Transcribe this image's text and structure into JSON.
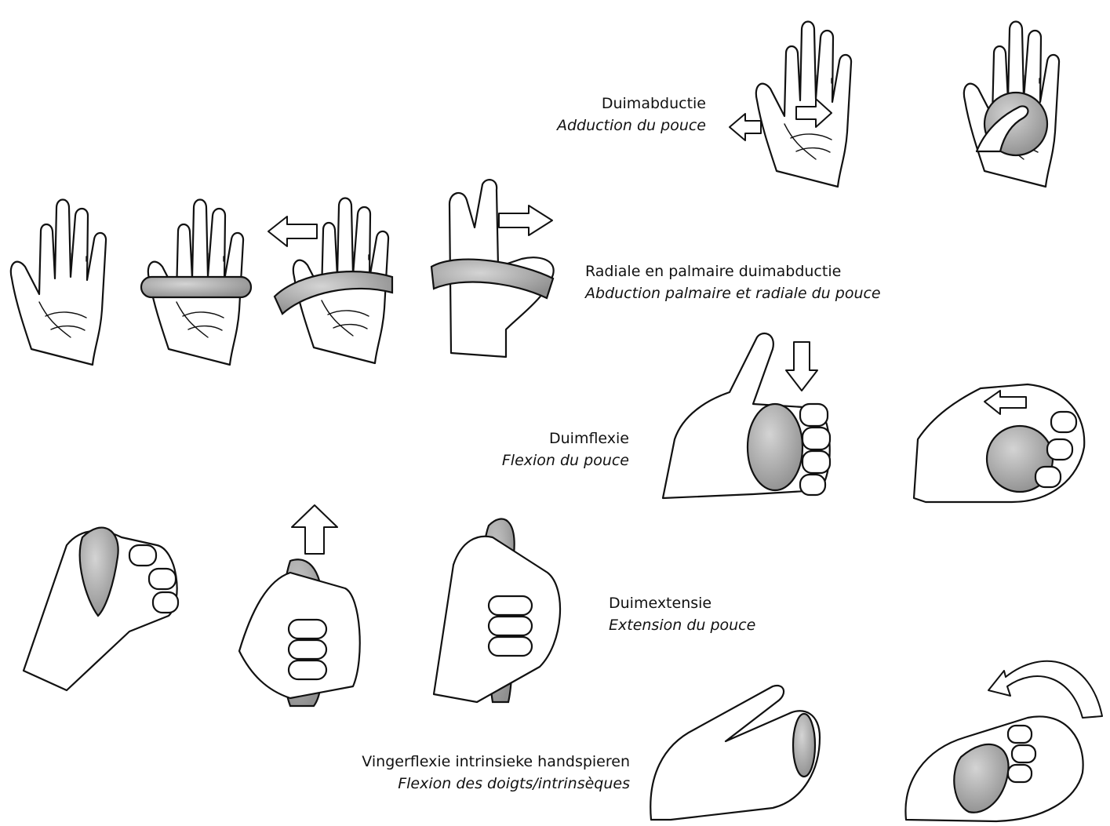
{
  "exercises": [
    {
      "nl": "Duimabductie",
      "fr": "Adduction du pouce"
    },
    {
      "nl": "Radiale en palmaire duimabductie",
      "fr": "Abduction palmaire et radiale du pouce"
    },
    {
      "nl": "Duimflexie",
      "fr": "Flexion du pouce"
    },
    {
      "nl": "Duimextensie",
      "fr": "Extension du pouce"
    },
    {
      "nl": "Vingerflexie intrinsieke handspieren",
      "fr": "Flexion des doigts/intrinsèques"
    }
  ],
  "colors": {
    "putty": "#a9a9a9",
    "line": "#111111",
    "background": "#ffffff"
  },
  "icons": [
    "open-hand-icon",
    "hand-squeezing-ball-icon",
    "hand-with-band-icon",
    "hand-gripping-putty-icon",
    "arrow-icon",
    "curved-arrow-icon"
  ]
}
